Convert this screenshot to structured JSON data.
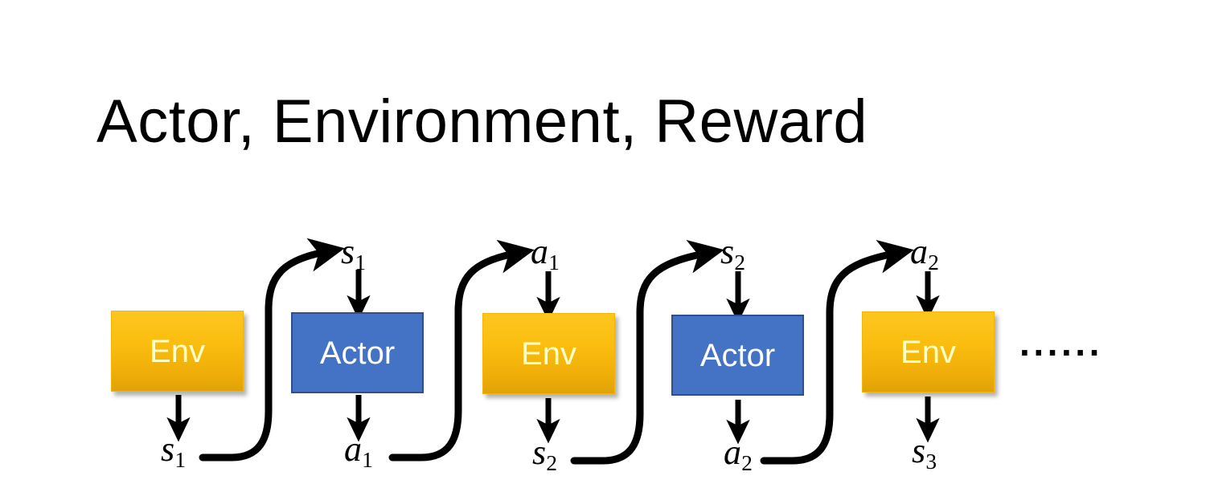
{
  "slide": {
    "title": "Actor, Environment, Reward",
    "background": "#ffffff"
  },
  "colors": {
    "env_fill_top": "#FCC620",
    "env_fill_bottom": "#E0A207",
    "env_text": "#FFFFC8",
    "actor_fill": "#4472C4",
    "actor_border": "#2F4E8E",
    "actor_text": "#FFFFFF",
    "arrow": "#000000",
    "title_text": "#000000"
  },
  "diagram": {
    "type": "sequence-chain",
    "description": "Alternating Environment and Actor blocks passing states and actions",
    "stages": [
      {
        "id": "stage-1",
        "kind": "env",
        "box_label": "Env",
        "input_label": "s",
        "input_sub": "1",
        "output_label": "s",
        "output_sub": "1",
        "has_input_label": false
      },
      {
        "id": "stage-2",
        "kind": "actor",
        "box_label": "Actor",
        "input_label": "s",
        "input_sub": "1",
        "output_label": "a",
        "output_sub": "1",
        "has_input_label": true
      },
      {
        "id": "stage-3",
        "kind": "env",
        "box_label": "Env",
        "input_label": "a",
        "input_sub": "1",
        "output_label": "s",
        "output_sub": "2",
        "has_input_label": true
      },
      {
        "id": "stage-4",
        "kind": "actor",
        "box_label": "Actor",
        "input_label": "s",
        "input_sub": "2",
        "output_label": "a",
        "output_sub": "2",
        "has_input_label": true
      },
      {
        "id": "stage-5",
        "kind": "env",
        "box_label": "Env",
        "input_label": "a",
        "input_sub": "2",
        "output_label": "s",
        "output_sub": "3",
        "has_input_label": true
      }
    ],
    "top_labels": [
      {
        "id": "top-s1",
        "base": "s",
        "sub": "1"
      },
      {
        "id": "top-a1",
        "base": "a",
        "sub": "1"
      },
      {
        "id": "top-s2",
        "base": "s",
        "sub": "2"
      },
      {
        "id": "top-a2",
        "base": "a",
        "sub": "2"
      }
    ],
    "bottom_labels": [
      {
        "id": "bot-s1",
        "base": "s",
        "sub": "1"
      },
      {
        "id": "bot-a1",
        "base": "a",
        "sub": "1"
      },
      {
        "id": "bot-s2",
        "base": "s",
        "sub": "2"
      },
      {
        "id": "bot-a2",
        "base": "a",
        "sub": "2"
      },
      {
        "id": "bot-s3",
        "base": "s",
        "sub": "3"
      }
    ],
    "connector_count": 4,
    "continuation": "······"
  }
}
